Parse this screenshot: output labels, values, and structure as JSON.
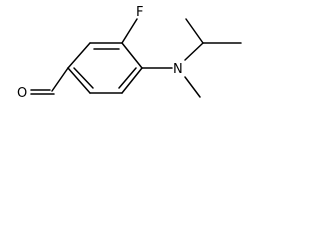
{
  "molecule": {
    "atoms": {
      "fluorine": "F",
      "nitrogen": "N",
      "oxygen": "O"
    }
  }
}
